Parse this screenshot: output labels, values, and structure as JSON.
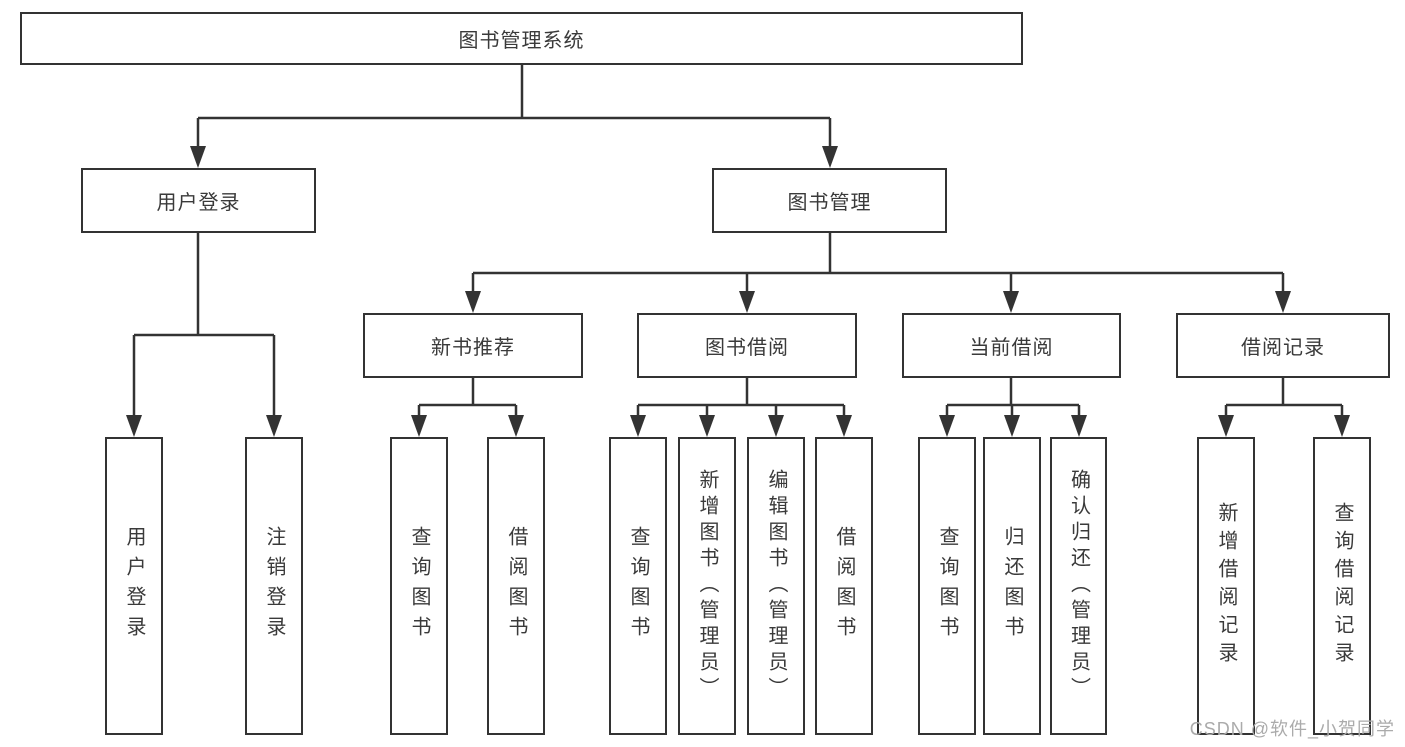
{
  "diagram": {
    "watermark": "CSDN @软件_小贺同学",
    "nodes": {
      "root": "图书管理系统",
      "user_login": "用户登录",
      "book_management": "图书管理",
      "new_book_recommend": "新书推荐",
      "book_borrowing": "图书借阅",
      "current_borrowing": "当前借阅",
      "borrowing_records": "借阅记录",
      "leaf_user_login": "用户登录",
      "leaf_logout": "注销登录",
      "leaf_nb_query_books": "查询图书",
      "leaf_nb_borrow_books": "借阅图书",
      "leaf_bb_query_books": "查询图书",
      "leaf_bb_add_books": "新增图书（管理员）",
      "leaf_bb_edit_books": "编辑图书（管理员）",
      "leaf_bb_borrow_books": "借阅图书",
      "leaf_cb_query_books": "查询图书",
      "leaf_cb_return_books": "归还图书",
      "leaf_cb_confirm_return": "确认归还（管理员）",
      "leaf_br_add_record": "新增借阅记录",
      "leaf_br_query_record": "查询借阅记录"
    }
  }
}
